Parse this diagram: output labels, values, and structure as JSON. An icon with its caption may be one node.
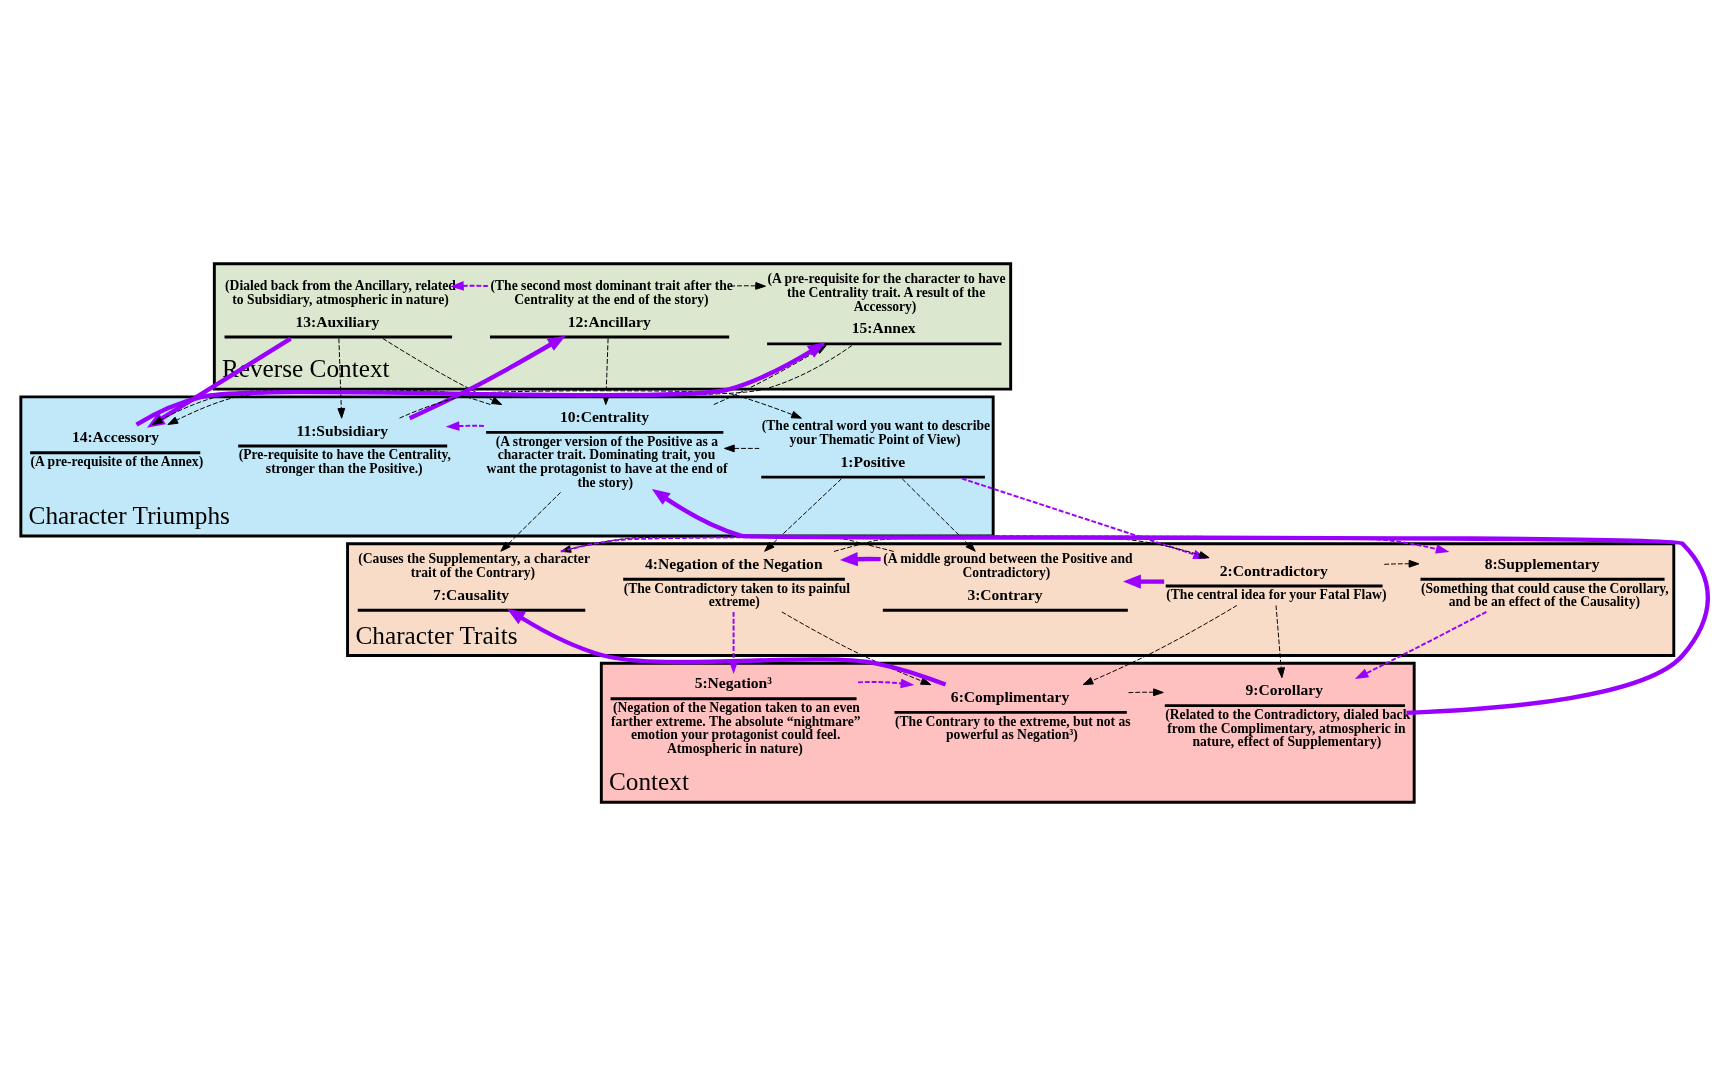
{
  "diagram": {
    "nodes": [
      {
        "text": [
          "Reverse Context"
        ]
      },
      {
        "text": [
          "(Dialed back from the Ancillary, related to Subsidiary, atmospheric in nature)",
          "13:Auxiliary"
        ],
        "in": 0
      },
      {
        "text": [
          "(The second most dominant trait after the Centrality at the end of the story)",
          "12:Ancillary"
        ],
        "in": 0
      },
      {
        "text": [
          "(A pre-requisite for the character to have the Centrality trait. A result of the Accessory)",
          "15:Annex"
        ],
        "in": 0
      },
      {
        "text": [
          "Character Triumphs"
        ]
      },
      {
        "text": [
          "11:Subsidiary",
          "(Pre-requisite to have the Centrality, stronger than the Positive.)"
        ],
        "in": 4
      },
      {
        "text": [
          "10:Centrality",
          "(A stronger version of the Positive as a character trait. Dominating trait, you want the protagonist to have at the end of the story)"
        ],
        "in": 4
      },
      {
        "text": [
          "14:Accessory",
          "(A pre-requisite of the Annex)"
        ],
        "in": 4
      },
      {
        "text": [
          "(The central word you want to describe your Thematic Point of View)",
          "1:Positive"
        ],
        "in": 4
      },
      {
        "text": [
          "Character Traits"
        ]
      },
      {
        "text": [
          "4:Negation of the Negation",
          "(The Contradictory taken to its painful extreme)"
        ],
        "in": 9
      },
      {
        "text": [
          "(A middle ground between the Positive and Contradictory)",
          "3:Contrary"
        ],
        "in": 9
      },
      {
        "text": [
          "(Causes the Supplementary, a character trait of the Contrary)",
          "7:Causality"
        ],
        "in": 9
      },
      {
        "text": [
          "2:Contradictory",
          "(The central idea for your Fatal Flaw)"
        ],
        "in": 9
      },
      {
        "text": [
          "8:Supplementary",
          "(Something that could cause the Corollary, and be an effect of the Causality)"
        ],
        "in": 9
      },
      {
        "text": [
          "Context"
        ]
      },
      {
        "text": [
          "5:Negation³",
          "(Negation of the Negation taken to an even farther extreme. The absolute “nightmare” emotion your protagonist could feel. Atmospheric in nature)"
        ],
        "in": 15
      },
      {
        "text": [
          "6:Complimentary",
          "(The Contrary to the extreme, but not as powerful as Negation³)"
        ],
        "in": 15
      },
      {
        "text": [
          "9:Corollary",
          "(Related to the Contradictory, dialed back from the Complimentary, atmospheric in nature, effect of Supplementary)"
        ],
        "in": 15
      }
    ],
    "edges": [
      {
        "from": 1,
        "to": 5,
        "arrow": "to",
        "style": "dashed"
      },
      {
        "from": 5,
        "to": 8,
        "arrow": "to",
        "style": "dashed"
      },
      {
        "from": 8,
        "to": 10,
        "arrow": "to",
        "style": "dashed"
      },
      {
        "from": 2,
        "to": 6,
        "arrow": "to",
        "style": "dashed"
      },
      {
        "from": 1,
        "to": 6,
        "arrow": "to",
        "style": "dashed"
      },
      {
        "from": 2,
        "to": 3,
        "arrow": "to",
        "style": "dashed"
      },
      {
        "from": 6,
        "to": 3,
        "arrow": "to",
        "style": "dashed"
      },
      {
        "from": 3,
        "to": 7,
        "arrow": "to",
        "style": "dashed"
      },
      {
        "from": 6,
        "to": 7,
        "arrow": "to",
        "style": "dashed"
      },
      {
        "from": 6,
        "to": 12,
        "arrow": "to",
        "style": "dashed"
      },
      {
        "from": 8,
        "to": 6,
        "arrow": "to",
        "style": "dashed"
      },
      {
        "from": 8,
        "to": 11,
        "arrow": "to",
        "style": "dashed"
      },
      {
        "from": 11,
        "to": 12,
        "arrow": "to",
        "style": "dashed"
      },
      {
        "from": 10,
        "to": 13,
        "arrow": "to",
        "style": "dashed"
      },
      {
        "from": 13,
        "to": 14,
        "arrow": "to",
        "style": "dashed"
      },
      {
        "from": 10,
        "to": 17,
        "arrow": "to",
        "style": "dashed"
      },
      {
        "from": 13,
        "to": 17,
        "arrow": "to",
        "style": "dashed"
      },
      {
        "from": 13,
        "to": 18,
        "arrow": "to",
        "style": "dashed"
      },
      {
        "from": 17,
        "to": 18,
        "arrow": "to",
        "style": "dashed"
      },
      {
        "from": 2,
        "to": 1,
        "arrow": "to",
        "style": "dashed",
        "color": "#9900ff"
      },
      {
        "from": 6,
        "to": 5,
        "arrow": "to",
        "style": "dashed",
        "color": "#9900ff"
      },
      {
        "from": 8,
        "to": 13,
        "arrow": "to",
        "style": "dashed",
        "color": "#9900ff"
      },
      {
        "from": 10,
        "to": 16,
        "arrow": "to",
        "style": "dashed",
        "color": "#9900ff"
      },
      {
        "from": 16,
        "to": 17,
        "arrow": "to",
        "style": "dashed",
        "color": "#9900ff"
      },
      {
        "from": 12,
        "to": 14,
        "arrow": "to",
        "style": "dashed",
        "color": "#9900ff"
      },
      {
        "from": 14,
        "to": 18,
        "arrow": "to",
        "style": "dashed",
        "color": "#9900ff"
      },
      {
        "from": 5,
        "to": 2,
        "arrow": "to",
        "style": "thick",
        "color": "#9900ff"
      },
      {
        "from": 1,
        "to": 7,
        "arrow": "to",
        "style": "thick",
        "color": "#9900ff"
      },
      {
        "from": 7,
        "to": 3,
        "arrow": "to",
        "style": "thick",
        "color": "#9900ff"
      },
      {
        "from": 11,
        "to": 10,
        "arrow": "to",
        "style": "thick",
        "color": "#9900ff"
      },
      {
        "from": 13,
        "to": 11,
        "arrow": "to",
        "style": "thick",
        "color": "#9900ff"
      },
      {
        "from": 17,
        "to": 12,
        "arrow": "to",
        "style": "thick",
        "color": "#9900ff"
      },
      {
        "from": 18,
        "to": 6,
        "arrow": "to",
        "style": "thick",
        "color": "#9900ff"
      }
    ]
  }
}
